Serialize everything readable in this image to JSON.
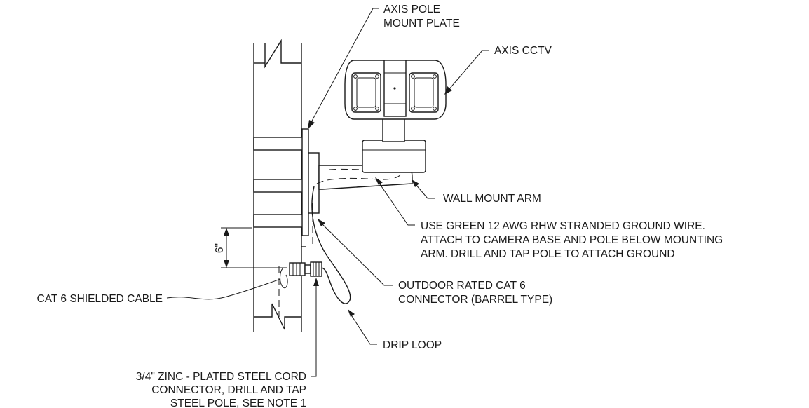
{
  "labels": {
    "pole_mount_plate_1": "AXIS POLE",
    "pole_mount_plate_2": "MOUNT PLATE",
    "cctv": "AXIS CCTV",
    "wall_mount_arm": "WALL MOUNT ARM",
    "ground_wire_1": "USE GREEN 12 AWG RHW STRANDED GROUND WIRE.",
    "ground_wire_2": "ATTACH TO CAMERA BASE AND POLE BELOW MOUNTING",
    "ground_wire_3": "ARM. DRILL AND TAP POLE TO ATTACH GROUND",
    "connector_1": "OUTDOOR RATED CAT 6",
    "connector_2": "CONNECTOR (BARREL TYPE)",
    "cable": "CAT 6 SHIELDED CABLE",
    "drip_loop": "DRIP LOOP",
    "cord_connector_1": "3/4\" ZINC - PLATED STEEL CORD",
    "cord_connector_2": "CONNECTOR, DRILL AND TAP",
    "cord_connector_3": "STEEL POLE, SEE NOTE 1",
    "dimension": "6\""
  }
}
